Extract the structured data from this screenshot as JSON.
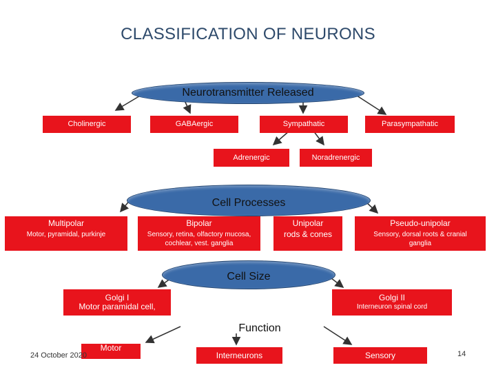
{
  "title": "CLASSIFICATION OF NEURONS",
  "colors": {
    "box": "#e8141c",
    "oval": "#3a6aa8",
    "title": "#2e4a6b",
    "arrow": "#333333"
  },
  "neurotransmitter": {
    "label": "Neurotransmitter Released",
    "cholinergic": "Cholinergic",
    "gabaergic": "GABAergic",
    "sympathatic": "Sympathatic",
    "parasympathatic": "Parasympathatic",
    "adrenergic": "Adrenergic",
    "noradrenergic": "Noradrenergic"
  },
  "cell_processes": {
    "label": "Cell Processes",
    "multipolar": {
      "name": "Multipolar",
      "desc": "Motor, pyramidal, purkinje"
    },
    "bipolar": {
      "name": "Bipolar",
      "desc1": "Sensory, retina, olfactory mucosa,",
      "desc2": "cochlear, vest. ganglia"
    },
    "unipolar": {
      "name": "Unipolar",
      "desc": "rods & cones"
    },
    "pseudo_unipolar": {
      "name": "Pseudo-unipolar",
      "desc1": "Sensory, dorsal roots & cranial",
      "desc2": "ganglia"
    }
  },
  "cell_size": {
    "label": "Cell Size",
    "golgi1": {
      "name": "Golgi I",
      "desc": "Motor paramidal cell,"
    },
    "golgi2": {
      "name": "Golgi II",
      "desc": "Interneuron spinal cord"
    }
  },
  "function": {
    "label": "Function",
    "motor": "Motor",
    "interneurons": "Interneurons",
    "sensory": "Sensory"
  },
  "footer": {
    "date": "24 October 2020",
    "page": "14"
  }
}
